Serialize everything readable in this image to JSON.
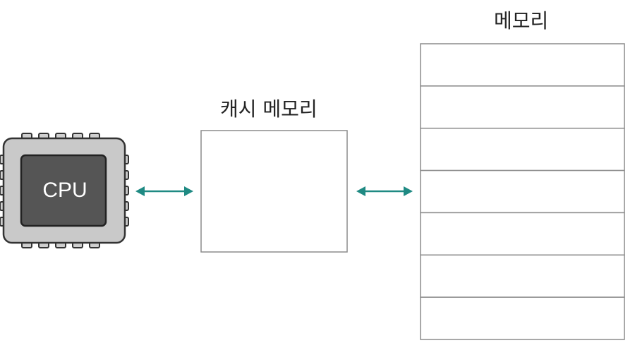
{
  "cpu": {
    "label": "CPU"
  },
  "cache": {
    "label": "캐시 메모리"
  },
  "memory": {
    "label": "메모리",
    "rows": 7
  },
  "colors": {
    "arrow": "#1f8a83",
    "box_border": "#8c8c8c",
    "chip_body": "#c9c9c9",
    "chip_core": "#555555",
    "outline": "#333333"
  }
}
